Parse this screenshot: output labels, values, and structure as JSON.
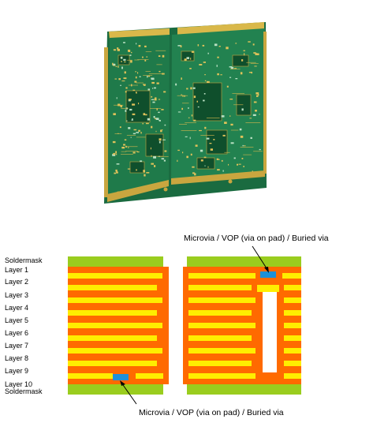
{
  "figure": {
    "labels": {
      "top_soldermask": "Soldermask",
      "bottom_soldermask": "Soldermask",
      "layers": [
        "Layer 1",
        "Layer 2",
        "Layer 3",
        "Layer 4",
        "Layer 5",
        "Layer 6",
        "Layer 7",
        "Layer 8",
        "Layer 9",
        "Layer 10"
      ]
    },
    "callouts": {
      "top": "Microvia / VOP (via on pad) / Buried via",
      "bottom": "Microvia / VOP (via on pad) / Buried via"
    },
    "colors": {
      "soldermask": "#9acd1e",
      "copper": "#ff6a00",
      "dielectric": "#ffee00",
      "via": "#1e90d8",
      "board": "#1f7a4a",
      "gold": "#d9b84a"
    },
    "photo": {
      "subject": "pcb-board-photo"
    }
  }
}
